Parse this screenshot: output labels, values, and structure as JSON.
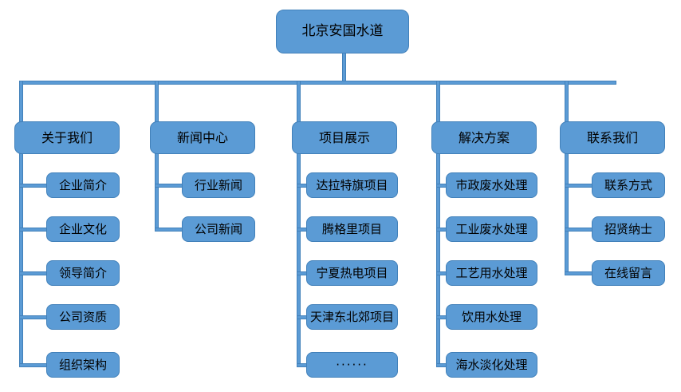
{
  "diagram": {
    "type": "org-chart-sitemap",
    "title": "北京安国水道",
    "colors": {
      "node_fill": "#5B9BD5",
      "node_border": "#4281BA",
      "connector": "#5B9BD5",
      "text": "#000000",
      "background": "#FFFFFF"
    },
    "root": {
      "label": "北京安国水道"
    },
    "branches": [
      {
        "label": "关于我们",
        "children": [
          {
            "label": "企业简介"
          },
          {
            "label": "企业文化"
          },
          {
            "label": "领导简介"
          },
          {
            "label": "公司资质"
          },
          {
            "label": "组织架构"
          }
        ]
      },
      {
        "label": "新闻中心",
        "children": [
          {
            "label": "行业新闻"
          },
          {
            "label": "公司新闻"
          }
        ]
      },
      {
        "label": "项目展示",
        "children": [
          {
            "label": "达拉特旗项目"
          },
          {
            "label": "腾格里项目"
          },
          {
            "label": "宁夏热电项目"
          },
          {
            "label": "天津东北郊项目"
          },
          {
            "label": "······"
          }
        ]
      },
      {
        "label": "解决方案",
        "children": [
          {
            "label": "市政废水处理"
          },
          {
            "label": "工业废水处理"
          },
          {
            "label": "工艺用水处理"
          },
          {
            "label": "饮用水处理"
          },
          {
            "label": "海水淡化处理"
          }
        ]
      },
      {
        "label": "联系我们",
        "children": [
          {
            "label": "联系方式"
          },
          {
            "label": "招贤纳士"
          },
          {
            "label": "在线留言"
          }
        ]
      }
    ]
  }
}
